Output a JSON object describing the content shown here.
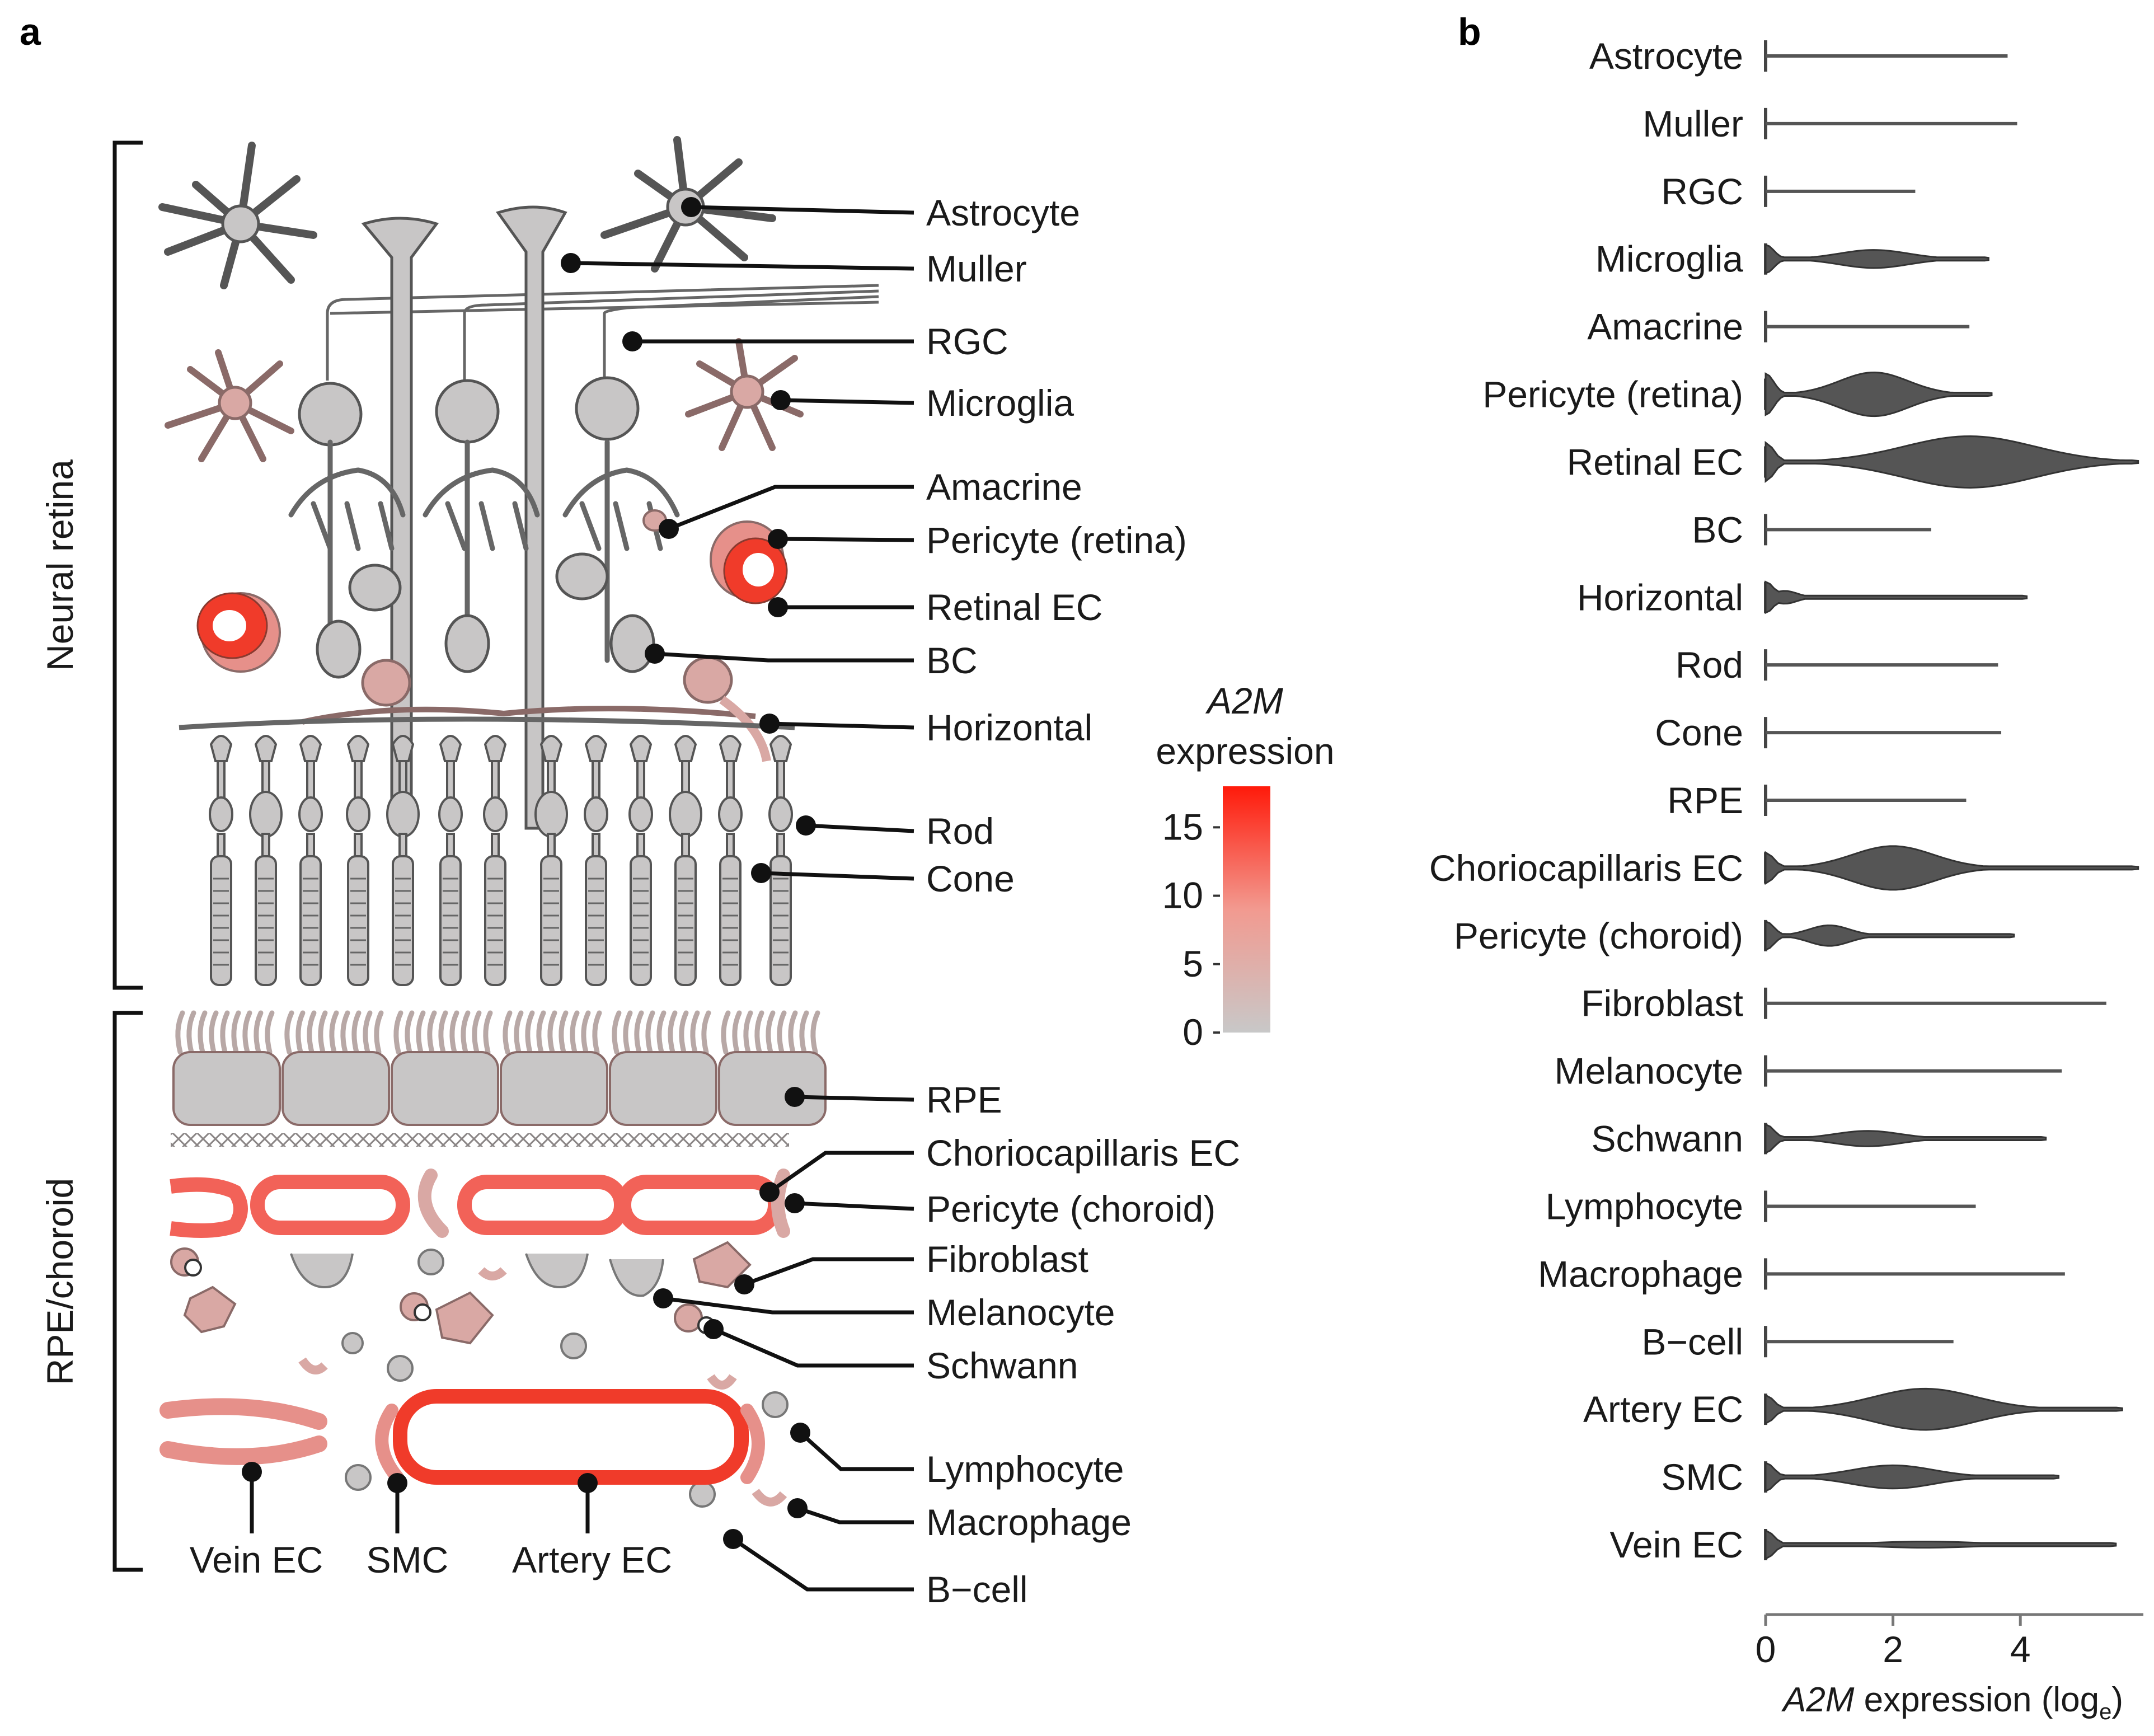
{
  "panels": {
    "a": "a",
    "b": "b"
  },
  "diagram": {
    "regions": {
      "neural_retina": "Neural retina",
      "rpe_choroid": "RPE/choroid"
    },
    "labels": [
      "Astrocyte",
      "Muller",
      "RGC",
      "Microglia",
      "Amacrine",
      "Pericyte (retina)",
      "Retinal EC",
      "BC",
      "Horizontal",
      "Rod",
      "Cone",
      "RPE",
      "Choriocapillaris EC",
      "Pericyte (choroid)",
      "Fibroblast",
      "Melanocyte",
      "Schwann",
      "Lymphocyte",
      "Macrophage",
      "B−cell"
    ],
    "bottom_labels": [
      "Vein EC",
      "SMC",
      "Artery EC"
    ],
    "colorbar": {
      "title_gene": "A2M",
      "title_rest": "expression",
      "ticks": [
        "15",
        "10",
        "5",
        "0"
      ],
      "range": [
        0,
        18
      ],
      "color_low": "#c8c8c8",
      "color_high": "#ff1a0a"
    },
    "cell_colors": {
      "neutral": "#c8c6c6",
      "pericyte_pink": "#d9a8a4",
      "retinal_ec": "#f03b2a",
      "choroid_vessel": "#f26258",
      "vein": "#e6908a"
    }
  },
  "chart_data": {
    "type": "violin",
    "xlabel_gene": "A2M",
    "xlabel_rest": " expression (log",
    "xlabel_sub": "e",
    "xlabel_close": ")",
    "xticks": [
      "0",
      "2",
      "4"
    ],
    "xlim": [
      0,
      5.8
    ],
    "violin_color": "#555555",
    "categories": [
      "Astrocyte",
      "Muller",
      "RGC",
      "Microglia",
      "Amacrine",
      "Pericyte (retina)",
      "Retinal EC",
      "BC",
      "Horizontal",
      "Rod",
      "Cone",
      "RPE",
      "Choriocapillaris EC",
      "Pericyte (choroid)",
      "Fibroblast",
      "Melanocyte",
      "Schwann",
      "Lymphocyte",
      "Macrophage",
      "B−cell",
      "Artery EC",
      "SMC",
      "Vein EC"
    ],
    "max_values": [
      3.8,
      3.95,
      2.35,
      3.5,
      3.2,
      3.55,
      5.85,
      2.6,
      4.1,
      3.65,
      3.7,
      3.15,
      5.85,
      3.9,
      5.35,
      4.65,
      4.4,
      3.3,
      4.7,
      2.95,
      5.6,
      4.6,
      5.5
    ],
    "max_width": [
      0,
      0,
      0,
      0.35,
      0,
      0.85,
      1.0,
      0,
      0.25,
      0,
      0,
      0,
      0.85,
      0.4,
      0,
      0,
      0.3,
      0,
      0,
      0,
      0.8,
      0.45,
      0.12
    ],
    "peak_values": [
      0,
      0,
      0,
      1.7,
      0,
      1.7,
      3.2,
      0,
      0.3,
      0,
      0,
      0,
      2.0,
      1.0,
      0,
      0,
      1.6,
      0,
      0,
      0,
      2.5,
      2.0,
      2.5
    ],
    "zero_width": [
      0,
      0,
      0,
      0.55,
      0,
      0.8,
      0.75,
      0,
      0.6,
      0,
      0,
      0,
      0.6,
      0.55,
      0,
      0,
      0.55,
      0,
      0,
      0,
      0.55,
      0.55,
      0.55
    ]
  }
}
